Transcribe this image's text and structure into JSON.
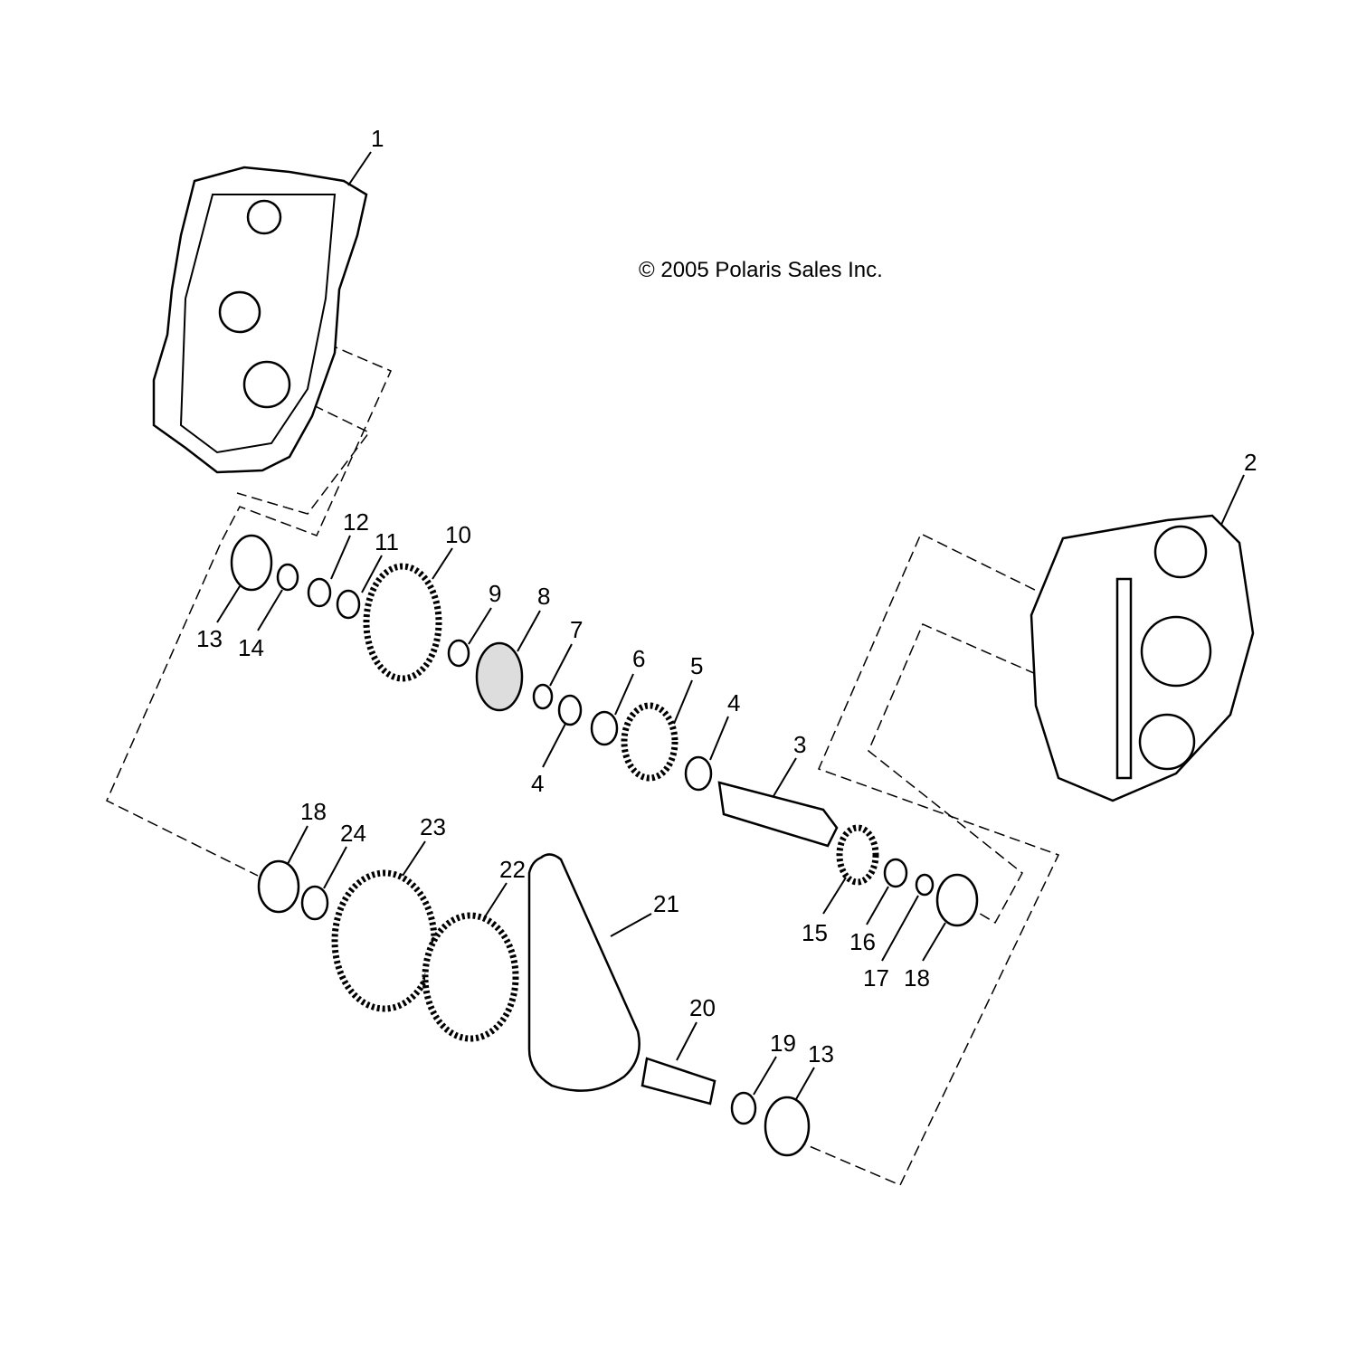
{
  "copyright": "© 2005 Polaris Sales Inc.",
  "callouts": [
    "1",
    "2",
    "3",
    "4",
    "4",
    "5",
    "6",
    "7",
    "8",
    "9",
    "10",
    "11",
    "12",
    "13",
    "14",
    "15",
    "16",
    "17",
    "18",
    "18",
    "24",
    "23",
    "22",
    "21",
    "20",
    "19",
    "13"
  ]
}
